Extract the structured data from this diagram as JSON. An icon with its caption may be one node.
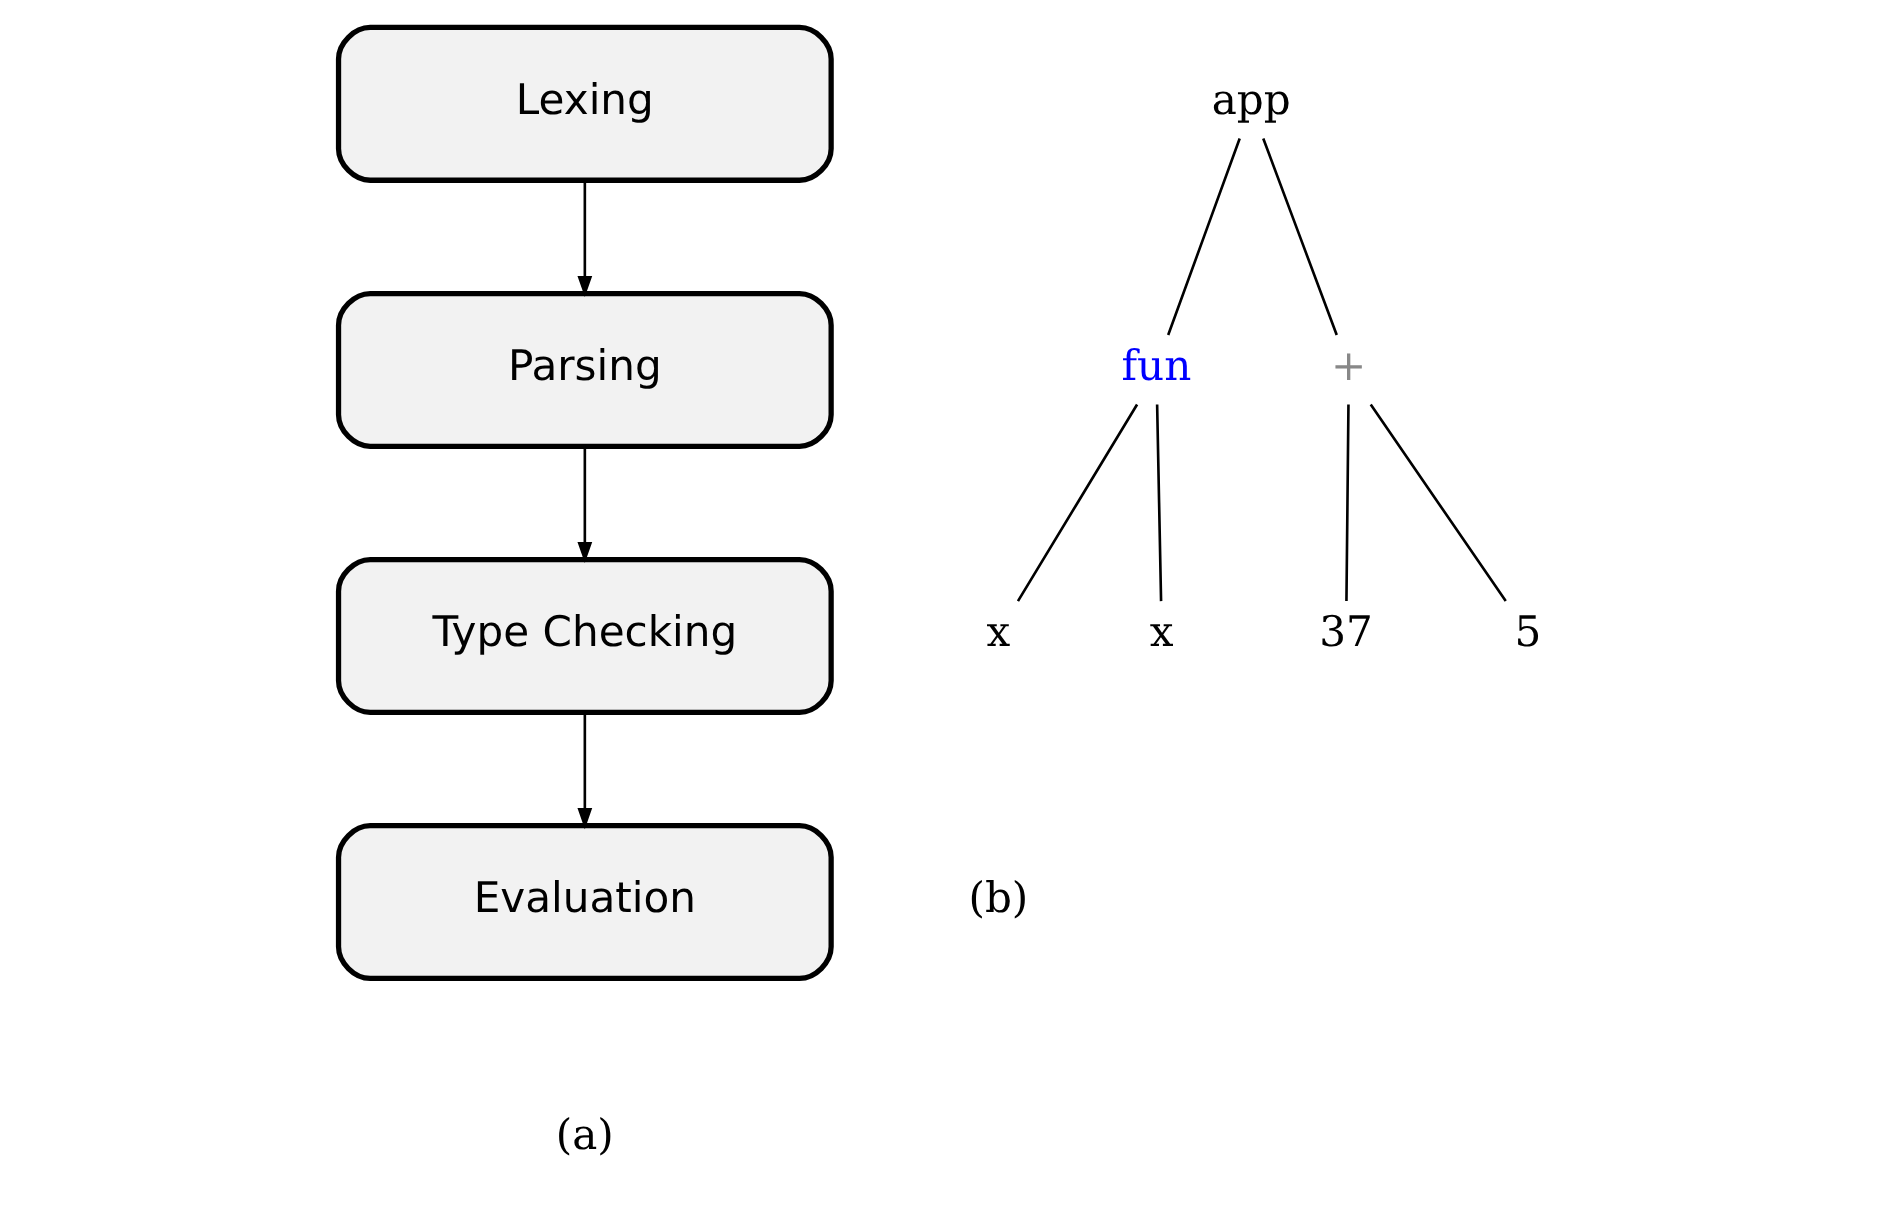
{
  "diagram": {
    "nodes": [
      {
        "text": [
          "Lexing"
        ]
      },
      {
        "text": [
          "Parsing"
        ]
      },
      {
        "text": [
          "Type Checking"
        ]
      },
      {
        "text": [
          "Evaluation"
        ]
      },
      {
        "text": [
          "app"
        ]
      },
      {
        "text": [
          "fun"
        ]
      },
      {
        "text": [
          "+"
        ]
      },
      {
        "text": [
          "x"
        ]
      },
      {
        "text": [
          "x"
        ]
      },
      {
        "text": [
          "37"
        ]
      },
      {
        "text": [
          "5"
        ]
      }
    ],
    "edges": [
      {
        "from": 0,
        "to": 1,
        "arrow": "to"
      },
      {
        "from": 1,
        "to": 2,
        "arrow": "to"
      },
      {
        "from": 2,
        "to": 3,
        "arrow": "to"
      },
      {
        "from": 4,
        "to": 5,
        "arrow": "none"
      },
      {
        "from": 4,
        "to": 6,
        "arrow": "none"
      },
      {
        "from": 5,
        "to": 7,
        "arrow": "none"
      },
      {
        "from": 5,
        "to": 8,
        "arrow": "none"
      },
      {
        "from": 6,
        "to": 9,
        "arrow": "none"
      },
      {
        "from": 6,
        "to": 10,
        "arrow": "none"
      }
    ],
    "labels": [
      "(a)",
      "(b)"
    ]
  }
}
